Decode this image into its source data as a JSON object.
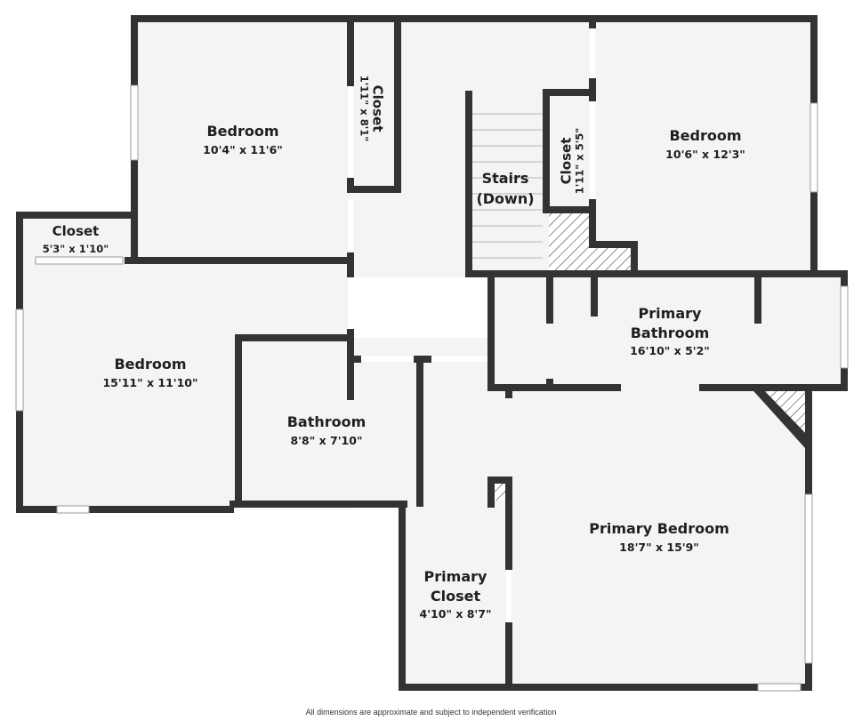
{
  "rooms": {
    "bedroom_nw": {
      "name": "Bedroom",
      "dims": "10'4\" x 11'6\""
    },
    "closet_nw": {
      "name": "Closet",
      "dims": "1'11\" x 8'1\""
    },
    "closet_w": {
      "name": "Closet",
      "dims": "5'3\" x 1'10\""
    },
    "bedroom_w": {
      "name": "Bedroom",
      "dims": "15'11\" x 11'10\""
    },
    "stairs": {
      "name_line1": "Stairs",
      "name_line2": "(Down)"
    },
    "closet_ne": {
      "name": "Closet",
      "dims": "1'11\" x 5'5\""
    },
    "bedroom_ne": {
      "name": "Bedroom",
      "dims": "10'6\" x 12'3\""
    },
    "primary_bath": {
      "name_line1": "Primary",
      "name_line2": "Bathroom",
      "dims": "16'10\" x 5'2\""
    },
    "bathroom": {
      "name": "Bathroom",
      "dims": "8'8\" x 7'10\""
    },
    "primary_bed": {
      "name": "Primary Bedroom",
      "dims": "18'7\" x 15'9\""
    },
    "primary_closet": {
      "name_line1": "Primary",
      "name_line2": "Closet",
      "dims": "4'10\" x 8'7\""
    }
  },
  "disclaimer": "All dimensions are approximate and subject to independent verification",
  "colors": {
    "wall": "#333333",
    "floor": "#f4f4f4",
    "background": "#ffffff"
  }
}
